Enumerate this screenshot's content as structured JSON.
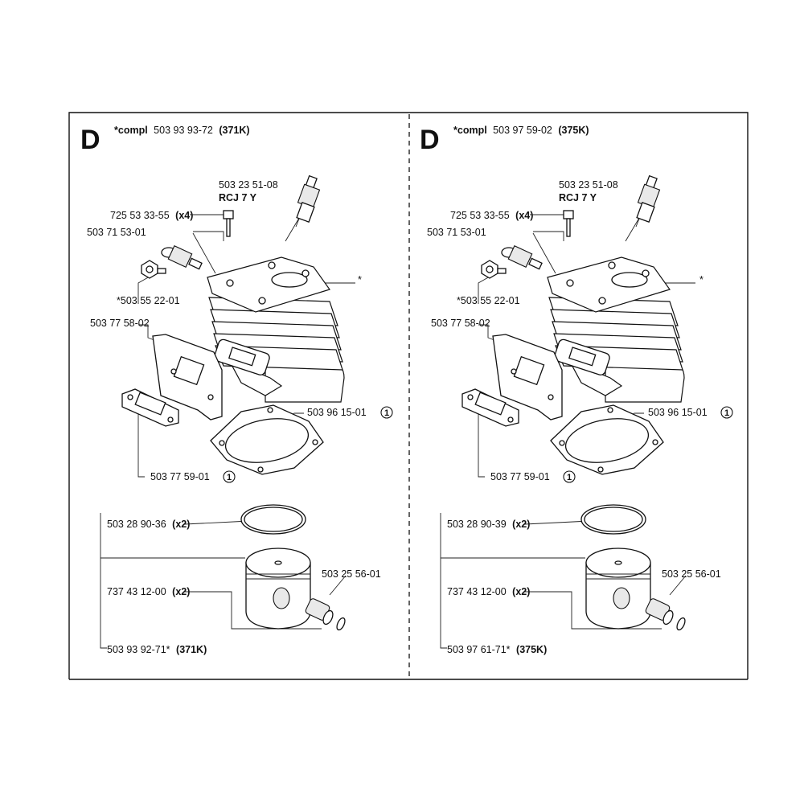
{
  "panels": [
    {
      "letter": "D",
      "header": {
        "prefix": "*compl",
        "number": "503 93 93-72",
        "model": "(371K)"
      },
      "labels": {
        "plug_number": "503 23 51-08",
        "plug_type": "RCJ 7 Y",
        "screw_number": "725 53 33-55",
        "screw_qty": "(x4)",
        "valve_number": "503 71 53-01",
        "nut_number": "*503 55 22-01",
        "cylinder_mark": "*",
        "gasket_plate_number": "503 77 58-02",
        "base_gasket_number": "503 96 15-01",
        "base_gasket_note": "1",
        "intake_gasket_number": "503 77 59-01",
        "intake_gasket_note": "1",
        "ring_number": "503 28 90-36",
        "ring_qty": "(x2)",
        "bearing_number": "503 25 56-01",
        "circlip_number": "737 43 12-00",
        "circlip_qty": "(x2)",
        "piston_kit_number": "503 93 92-71*",
        "piston_kit_model": "(371K)"
      }
    },
    {
      "letter": "D",
      "header": {
        "prefix": "*compl",
        "number": "503 97 59-02",
        "model": "(375K)"
      },
      "labels": {
        "plug_number": "503 23 51-08",
        "plug_type": "RCJ 7 Y",
        "screw_number": "725 53 33-55",
        "screw_qty": "(x4)",
        "valve_number": "503 71 53-01",
        "nut_number": "*503 55 22-01",
        "cylinder_mark": "*",
        "gasket_plate_number": "503 77 58-02",
        "base_gasket_number": "503 96 15-01",
        "base_gasket_note": "1",
        "intake_gasket_number": "503 77 59-01",
        "intake_gasket_note": "1",
        "ring_number": "503 28 90-39",
        "ring_qty": "(x2)",
        "bearing_number": "503 25 56-01",
        "circlip_number": "737 43 12-00",
        "circlip_qty": "(x2)",
        "piston_kit_number": "503 97 61-71*",
        "piston_kit_model": "(375K)"
      }
    }
  ]
}
